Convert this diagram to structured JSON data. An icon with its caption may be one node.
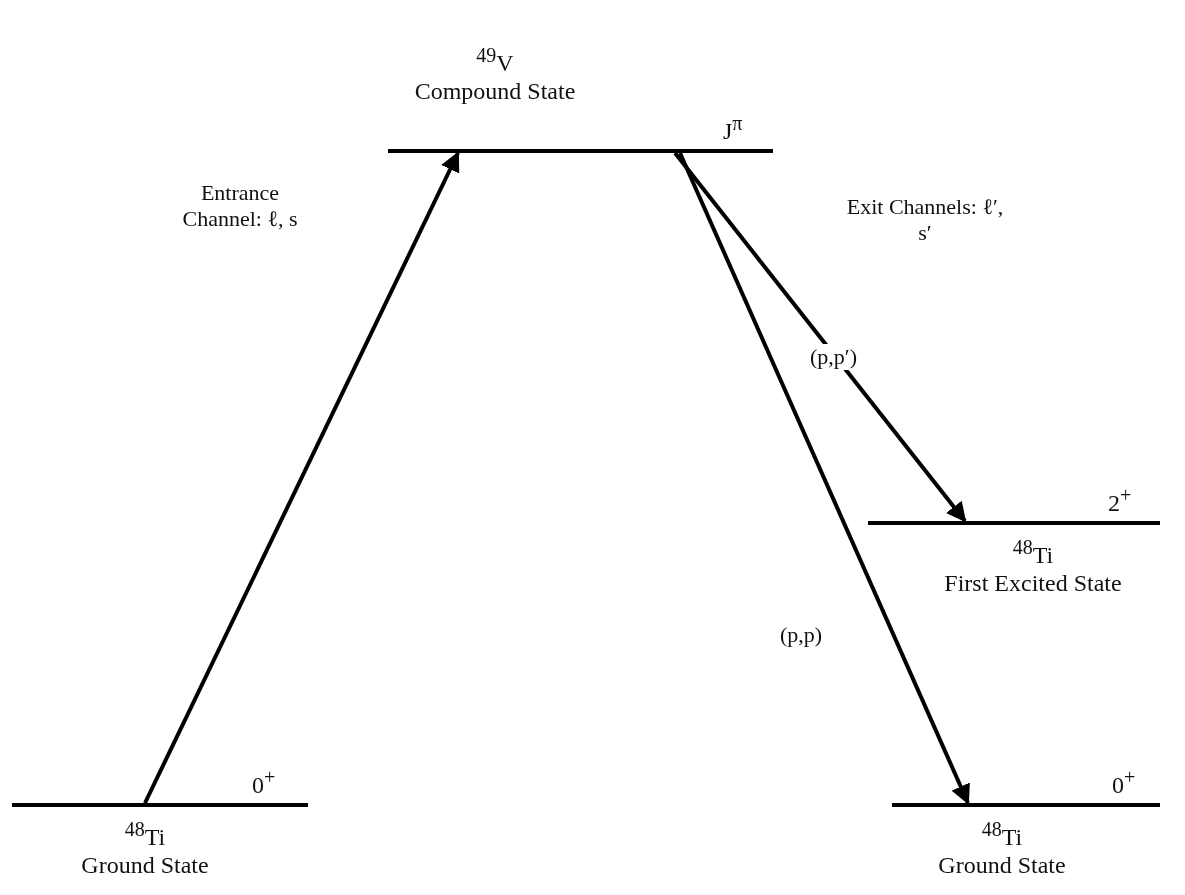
{
  "diagram": {
    "nodes": [
      {
        "text": [
          "$^{49}$V Compound State",
          "J$^{π}$"
        ]
      },
      {
        "text": [
          "0$^{+}$",
          "$^{48}$Ti Ground State"
        ]
      },
      {
        "text": [
          "2$^{+}$",
          "$^{48}$Ti First Excited State"
        ]
      },
      {
        "text": [
          "0$^{+}$",
          "$^{48}$Ti Ground State"
        ]
      }
    ],
    "edges": [
      {
        "from": 1,
        "to": 0,
        "arrow": "to"
      },
      {
        "from": 0,
        "to": 2,
        "arrow": "to",
        "label": "(p,p′)"
      },
      {
        "from": 0,
        "to": 3,
        "arrow": "to",
        "label": "(p,p)"
      }
    ],
    "labels": [
      "Entrance Channel: ℓ, s",
      "Exit Channels: ℓ′, s′"
    ]
  }
}
